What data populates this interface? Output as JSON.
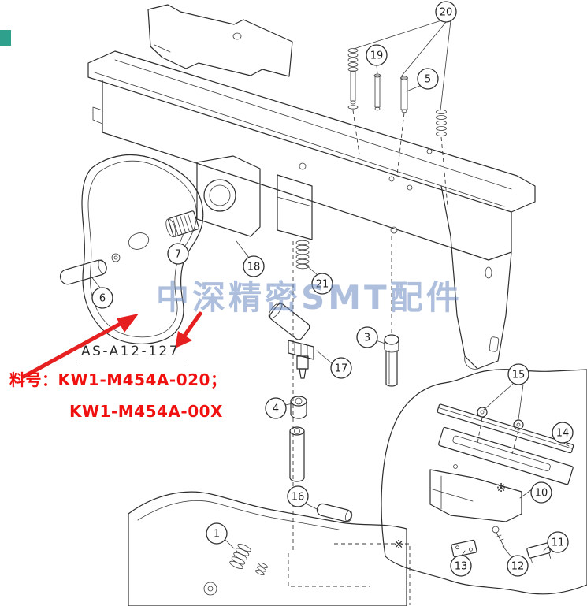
{
  "diagram": {
    "watermark": "中深精密SMT配件",
    "part_ref_label": "AS-A12-127",
    "notes": {
      "line1": "料号：KW1-M454A-020；",
      "line2": "KW1-M454A-00X"
    },
    "balloons": [
      {
        "label": "20"
      },
      {
        "label": "19"
      },
      {
        "label": "5"
      },
      {
        "label": "7"
      },
      {
        "label": "6"
      },
      {
        "label": "18"
      },
      {
        "label": "21"
      },
      {
        "label": "3"
      },
      {
        "label": "17"
      },
      {
        "label": "4"
      },
      {
        "label": "15"
      },
      {
        "label": "14"
      },
      {
        "label": "10"
      },
      {
        "label": "16"
      },
      {
        "label": "1"
      },
      {
        "label": "13"
      },
      {
        "label": "12"
      },
      {
        "label": "11"
      }
    ],
    "reference_marks": [
      {
        "glyph": "※"
      },
      {
        "glyph": "※"
      }
    ],
    "colors": {
      "line": "#2e2e2e",
      "accent_red": "#e62020",
      "watermark_blue": "#6d8cc2",
      "background": "#ffffff"
    }
  }
}
